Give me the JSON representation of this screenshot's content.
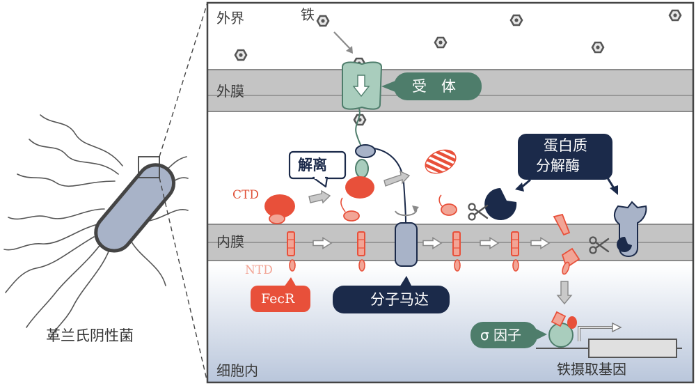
{
  "labels": {
    "outside": "外界",
    "iron": "铁",
    "outer_membrane": "外膜",
    "inner_membrane": "内膜",
    "cytoplasm": "细胞内",
    "ctd": "CTD",
    "ntd": "NTD",
    "species": "革兰氏阴性菌",
    "gene": "铁摄取基因"
  },
  "callouts": {
    "receptor": "受　体",
    "dissociation": "解离",
    "protease_line1": "蛋白质",
    "protease_line2": "分解酶",
    "fecr": "FecR",
    "motor": "分子马达",
    "sigma": "σ 因子"
  },
  "colors": {
    "red": "#e8503a",
    "pink": "#f2a596",
    "teal": "#4e7d6b",
    "teal_light": "#a9cdbd",
    "navy": "#1b2a4a",
    "slate": "#a8b3c8",
    "membrane": "#c4c4c4",
    "iron_icon": "#555555"
  }
}
